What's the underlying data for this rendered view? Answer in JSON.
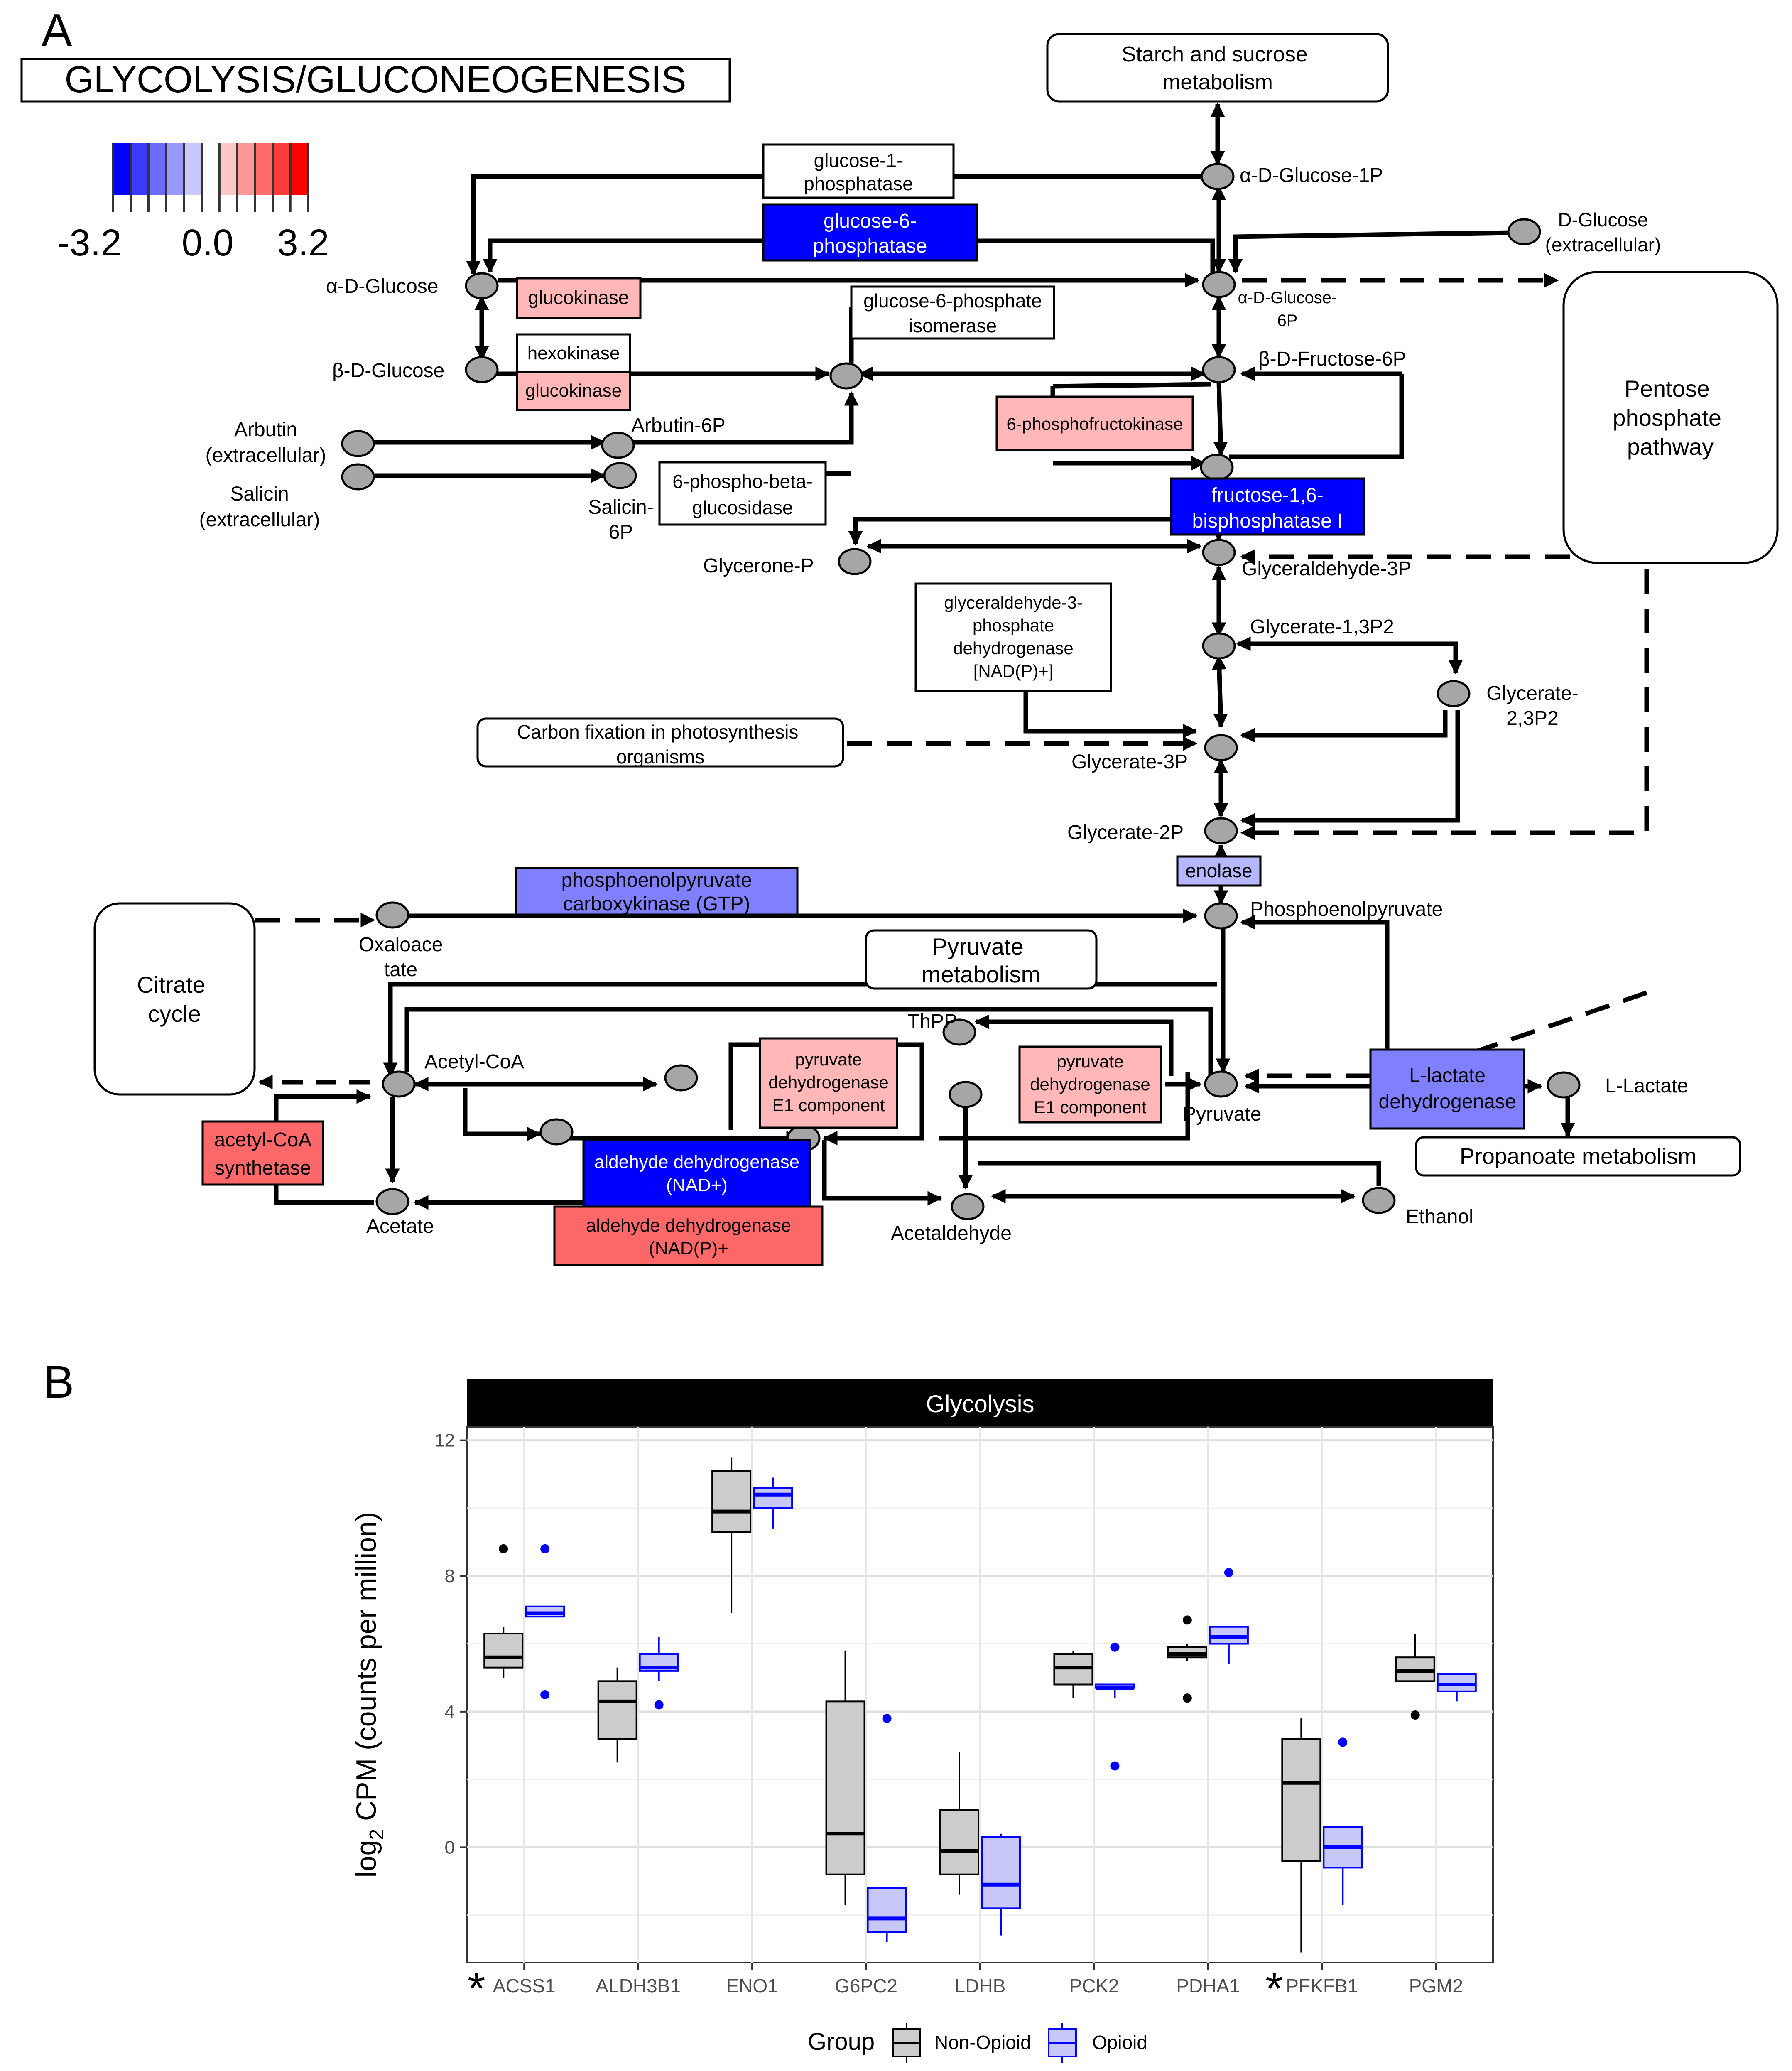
{
  "panel_a": {
    "letter": "A",
    "title": "GLYCOLYSIS/GLUCONEOGENESIS",
    "scale": {
      "min_label": "-3.2",
      "mid_label": "0.0",
      "max_label": "3.2",
      "min_value": -3.2,
      "max_value": 3.2,
      "stops": [
        "#0000ff",
        "#3b3bff",
        "#6b6bff",
        "#9999ff",
        "#c8c8ff",
        "#ffffff",
        "#ffc8c8",
        "#ff9999",
        "#ff6b6b",
        "#ff3b3b",
        "#ff0000"
      ]
    },
    "pathways": {
      "starch": [
        "Starch and sucrose",
        "metabolism"
      ],
      "pentose": [
        "Pentose",
        "phosphate",
        "pathway"
      ],
      "carbon": [
        "Carbon fixation in photosynthesis",
        "organisms"
      ],
      "pyruvate": [
        "Pyruvate",
        "metabolism"
      ],
      "citrate": [
        "Citrate",
        "cycle"
      ],
      "propanoate": [
        "Propanoate metabolism"
      ]
    },
    "compounds": {
      "aglc1p": [
        "α-D-Glucose-1P"
      ],
      "dglc": [
        "D-Glucose",
        "(extracellular)"
      ],
      "aglc": [
        "α-D-Glucose"
      ],
      "bglc": [
        "β-D-Glucose"
      ],
      "aglc6p": [
        "α-D-Glucose-",
        "6P"
      ],
      "bfru6p": [
        "β-D-Fructose-6P"
      ],
      "arbutin": [
        "Arbutin",
        "(extracellular)"
      ],
      "salicin": [
        "Salicin",
        "(extracellular)"
      ],
      "arbutin6p": [
        "Arbutin-6P"
      ],
      "salicin6p": [
        "Salicin-",
        "6P"
      ],
      "glyceroneP": [
        "Glycerone-P"
      ],
      "gap": [
        "Glyceraldehyde-3P"
      ],
      "g13p2": [
        "Glycerate-1,3P2"
      ],
      "g23p2": [
        "Glycerate-",
        "2,3P2"
      ],
      "g3p": [
        "Glycerate-3P"
      ],
      "g2p": [
        "Glycerate-2P"
      ],
      "pep": [
        "Phosphoenolpyruvate"
      ],
      "oxaloacetate": [
        "Oxaloace",
        "tate"
      ],
      "acetylcoa": [
        "Acetyl-CoA"
      ],
      "thpp": [
        "ThPP"
      ],
      "pyruvate": [
        "Pyruvate"
      ],
      "llactate": [
        "L-Lactate"
      ],
      "acetate": [
        "Acetate"
      ],
      "acetaldehyde": [
        "Acetaldehyde"
      ],
      "ethanol": [
        "Ethanol"
      ]
    },
    "enzymes": {
      "g1pase": {
        "lines": [
          "glucose-1-",
          "phosphatase"
        ],
        "value": 0.0
      },
      "g6pase": {
        "lines": [
          "glucose-6-",
          "phosphatase"
        ],
        "value": -3.2
      },
      "glucokinase1": {
        "lines": [
          "glucokinase"
        ],
        "value": 0.9
      },
      "g6pi": {
        "lines": [
          "glucose-6-phosphate",
          "isomerase"
        ],
        "value": 0.0
      },
      "hexokinase": {
        "lines": [
          "hexokinase"
        ],
        "value": 0.0
      },
      "glucokinase2": {
        "lines": [
          "glucokinase"
        ],
        "value": 0.9
      },
      "pfk": {
        "lines": [
          "6-phosphofructokinase"
        ],
        "value": 0.9
      },
      "pbg": {
        "lines": [
          "6-phospho-beta-",
          "glucosidase"
        ],
        "value": 0.0
      },
      "fbp": {
        "lines": [
          "fructose-1,6-",
          "bisphosphatase I"
        ],
        "value": -3.2
      },
      "gapdh": {
        "lines": [
          "glyceraldehyde-3-",
          "phosphate",
          "dehydrogenase",
          "[NAD(P)+]"
        ],
        "value": 0.0
      },
      "enolase": {
        "lines": [
          "enolase"
        ],
        "value": -0.9
      },
      "pepck": {
        "lines": [
          "phosphoenolpyruvate",
          "carboxykinase (GTP)"
        ],
        "value": -1.6
      },
      "pdh1": {
        "lines": [
          "pyruvate",
          "dehydrogenase",
          "E1 component"
        ],
        "value": 0.9
      },
      "pdh2": {
        "lines": [
          "pyruvate",
          "dehydrogenase",
          "E1 component"
        ],
        "value": 0.9
      },
      "ldh": {
        "lines": [
          "L-lactate",
          "dehydrogenase"
        ],
        "value": -1.6
      },
      "acs": {
        "lines": [
          "acetyl-CoA",
          "synthetase"
        ],
        "value": 1.9
      },
      "aldh_nad": {
        "lines": [
          "aldehyde dehydrogenase",
          "(NAD+)"
        ],
        "value": -3.2
      },
      "aldh_nadp": {
        "lines": [
          "aldehyde dehydrogenase",
          "(NAD(P)+"
        ],
        "value": 1.9
      }
    }
  },
  "panel_b": {
    "letter": "B",
    "significance_marker": "*",
    "legend": {
      "title": "Group",
      "items": [
        "Non-Opioid",
        "Opioid"
      ]
    },
    "chart_data": {
      "type": "box",
      "title": "Glycolysis",
      "xlabel": "",
      "ylabel": "log2 CPM (counts per million)",
      "ylim": [
        -3.4,
        12.4
      ],
      "yticks": [
        0,
        4,
        8,
        12
      ],
      "grid": true,
      "legend_position": "bottom",
      "categories": [
        "ACSS1",
        "ALDH3B1",
        "ENO1",
        "G6PC2",
        "LDHB",
        "PCK2",
        "PDHA1",
        "PFKFB1",
        "PGM2"
      ],
      "significant": [
        "ACSS1",
        "PFKFB1"
      ],
      "series": [
        {
          "name": "Non-Opioid",
          "color": "#000000",
          "fill": "#cccccc",
          "boxes": [
            {
              "min": 5.0,
              "q1": 5.3,
              "median": 5.6,
              "q3": 6.3,
              "max": 6.5,
              "outliers": [
                8.8
              ]
            },
            {
              "min": 2.5,
              "q1": 3.2,
              "median": 4.3,
              "q3": 4.9,
              "max": 5.3,
              "outliers": []
            },
            {
              "min": 6.9,
              "q1": 9.3,
              "median": 9.9,
              "q3": 11.1,
              "max": 11.5,
              "outliers": []
            },
            {
              "min": -1.7,
              "q1": -0.8,
              "median": 0.4,
              "q3": 4.3,
              "max": 5.8,
              "outliers": []
            },
            {
              "min": -1.4,
              "q1": -0.8,
              "median": -0.1,
              "q3": 1.1,
              "max": 2.8,
              "outliers": []
            },
            {
              "min": 4.4,
              "q1": 4.8,
              "median": 5.3,
              "q3": 5.7,
              "max": 5.8,
              "outliers": []
            },
            {
              "min": 5.5,
              "q1": 5.6,
              "median": 5.7,
              "q3": 5.9,
              "max": 6.0,
              "outliers": [
                6.7,
                4.4
              ]
            },
            {
              "min": -3.1,
              "q1": -0.4,
              "median": 1.9,
              "q3": 3.2,
              "max": 3.8,
              "outliers": []
            },
            {
              "min": 4.9,
              "q1": 4.9,
              "median": 5.2,
              "q3": 5.6,
              "max": 6.3,
              "outliers": [
                3.9
              ]
            }
          ]
        },
        {
          "name": "Opioid",
          "color": "#0000ff",
          "fill": "#c8c8f8",
          "boxes": [
            {
              "min": 6.8,
              "q1": 6.8,
              "median": 6.9,
              "q3": 7.1,
              "max": 7.1,
              "outliers": [
                8.8,
                4.5
              ]
            },
            {
              "min": 4.9,
              "q1": 5.2,
              "median": 5.3,
              "q3": 5.7,
              "max": 6.2,
              "outliers": [
                4.2
              ]
            },
            {
              "min": 9.4,
              "q1": 10.0,
              "median": 10.4,
              "q3": 10.6,
              "max": 10.9,
              "outliers": []
            },
            {
              "min": -2.8,
              "q1": -2.5,
              "median": -2.1,
              "q3": -1.2,
              "max": -1.2,
              "outliers": [
                3.8
              ]
            },
            {
              "min": -2.6,
              "q1": -1.8,
              "median": -1.1,
              "q3": 0.3,
              "max": 0.4,
              "outliers": []
            },
            {
              "min": 4.4,
              "q1": 4.7,
              "median": 4.7,
              "q3": 4.8,
              "max": 4.8,
              "outliers": [
                5.9,
                2.4
              ]
            },
            {
              "min": 5.4,
              "q1": 6.0,
              "median": 6.2,
              "q3": 6.5,
              "max": 6.5,
              "outliers": [
                8.1
              ]
            },
            {
              "min": -1.7,
              "q1": -0.6,
              "median": 0.0,
              "q3": 0.6,
              "max": 0.6,
              "outliers": [
                3.1
              ]
            },
            {
              "min": 4.3,
              "q1": 4.6,
              "median": 4.8,
              "q3": 5.1,
              "max": 5.1,
              "outliers": []
            }
          ]
        }
      ]
    }
  }
}
